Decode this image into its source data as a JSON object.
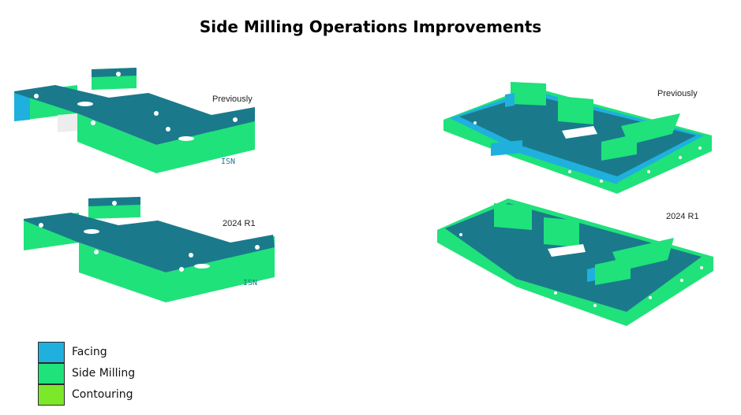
{
  "title": "Side Milling Operations Improvements",
  "parts": [
    {
      "id": "small-part-previous",
      "caption": "Previously",
      "engraving": "ISN"
    },
    {
      "id": "small-part-2024",
      "caption": "2024 R1",
      "engraving": "ISN"
    },
    {
      "id": "large-part-previous",
      "caption": "Previously"
    },
    {
      "id": "large-part-2024",
      "caption": "2024 R1"
    }
  ],
  "legend": [
    {
      "label": "Facing",
      "color": "#1fb0de"
    },
    {
      "label": "Side Milling",
      "color": "#1fe27a"
    },
    {
      "label": "Contouring",
      "color": "#7be82a"
    }
  ],
  "colors": {
    "top_face": "#1a7a8c",
    "facing": "#1fb0de",
    "side_milling": "#1fe27a",
    "contouring": "#7be82a"
  }
}
